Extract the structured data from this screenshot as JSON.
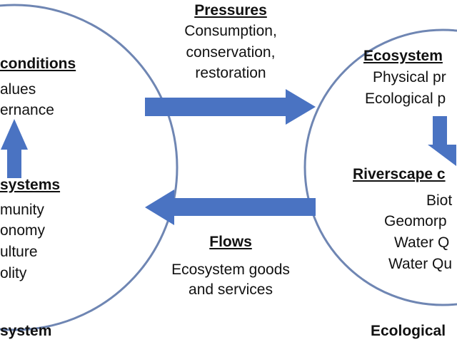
{
  "colors": {
    "circle_stroke": "#6f86b3",
    "arrow_fill": "#4a73c2",
    "text": "#111111"
  },
  "pressures": {
    "heading": "Pressures",
    "lines": [
      "Consumption,",
      "conservation,",
      "restoration"
    ]
  },
  "flows": {
    "heading": "Flows",
    "lines": [
      "Ecosystem goods",
      "and services"
    ]
  },
  "left_circle": {
    "conditions_heading": "conditions",
    "conditions_lines": [
      "alues",
      "ernance"
    ],
    "systems_heading": "systems",
    "systems_lines": [
      "munity",
      "onomy",
      "ulture",
      "olity"
    ],
    "footer": "system"
  },
  "right_circle": {
    "ecosystem_heading": "Ecosystem",
    "ecosystem_lines": [
      "Physical pr",
      "Ecological p"
    ],
    "riverscape_heading": "Riverscape c",
    "riverscape_lines": [
      "Biot",
      "Geomorp",
      "Water Q",
      "Water Qu"
    ],
    "footer": "Ecological"
  }
}
